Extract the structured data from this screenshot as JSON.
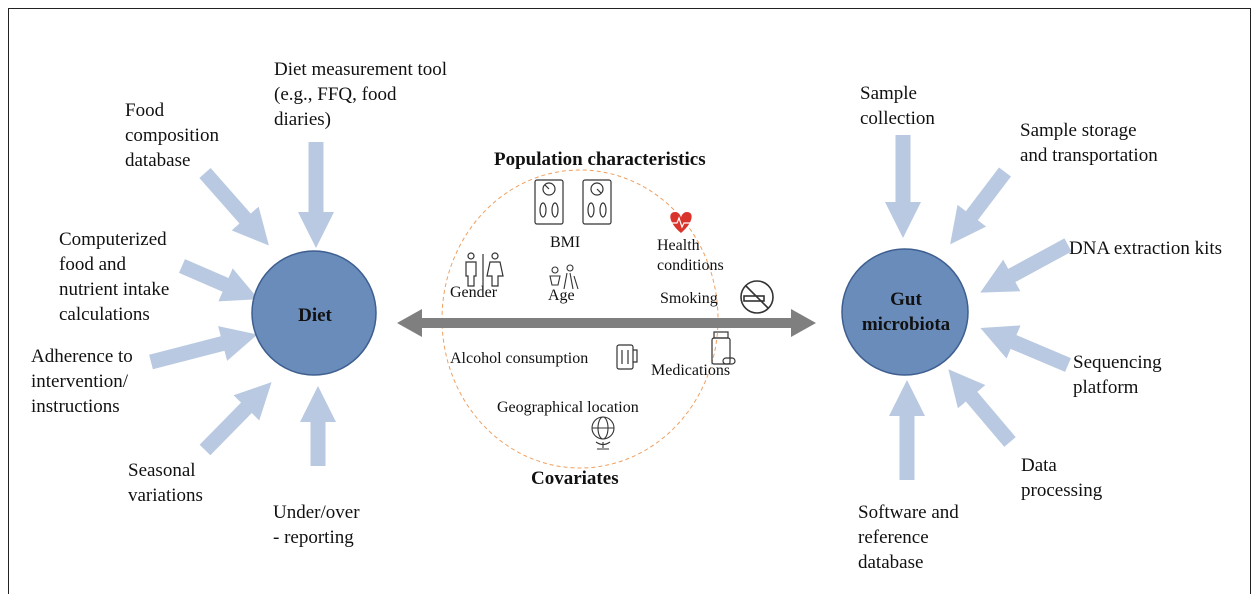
{
  "nodes": {
    "diet": "Diet",
    "gut": "Gut\nmicrobiota"
  },
  "diet_factors": {
    "measurement_tool": "Diet measurement tool\n(e.g., FFQ, food\ndiaries)",
    "food_composition": "Food\ncomposition\ndatabase",
    "computerized": "Computerized\nfood and\nnutrient intake\ncalculations",
    "adherence": "Adherence to\nintervention/\ninstructions",
    "seasonal": "Seasonal\nvariations",
    "reporting": "Under/over\n- reporting"
  },
  "microbiota_factors": {
    "sample_collection": "Sample\ncollection",
    "sample_storage": "Sample storage\nand transportation",
    "dna_extraction": "DNA extraction kits",
    "sequencing": "Sequencing\nplatform",
    "data_processing": "Data\nprocessing",
    "software": "Software and\nreference\ndatabase"
  },
  "covariates": {
    "title": "Population characteristics",
    "footer": "Covariates",
    "bmi": "BMI",
    "health": "Health\nconditions",
    "gender": "Gender",
    "age": "Age",
    "smoking": "Smoking",
    "alcohol": "Alcohol consumption",
    "medications": "Medications",
    "geo": "Geographical location"
  },
  "colors": {
    "node_fill": "#6a8cbb",
    "node_stroke": "#3e5f8f",
    "arrow": "#b9c9e1",
    "double_arrow": "#7f7f7f",
    "ellipse_dash": "#f0a060",
    "heart": "#d9342b"
  },
  "icons": [
    "scale-icon",
    "heart-icon",
    "gender-icon",
    "age-icon",
    "no-smoking-icon",
    "beer-icon",
    "pill-bottle-icon",
    "globe-icon"
  ]
}
